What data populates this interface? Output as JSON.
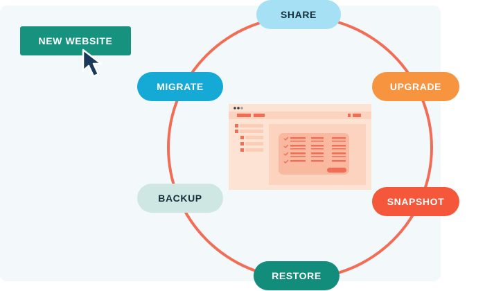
{
  "diagram": {
    "start_button": {
      "label": "NEW WEBSITE"
    },
    "cycle": [
      {
        "key": "share",
        "label": "SHARE"
      },
      {
        "key": "upgrade",
        "label": "UPGRADE"
      },
      {
        "key": "snapshot",
        "label": "SNAPSHOT"
      },
      {
        "key": "restore",
        "label": "RESTORE"
      },
      {
        "key": "backup",
        "label": "BACKUP"
      },
      {
        "key": "migrate",
        "label": "MIGRATE"
      }
    ],
    "mockup": {
      "checklist_rows": 4
    }
  },
  "colors": {
    "ring": "#f26d55",
    "panel_background": "#f3f8fb",
    "new_website": "#17927f",
    "share": "#a5e0f5",
    "migrate": "#15a9d6",
    "upgrade": "#f6943f",
    "backup": "#cfe7e3",
    "snapshot": "#f4573a",
    "restore": "#128c7b",
    "cursor": "#1b3a5b",
    "mockup_fill": "#fde3d4",
    "mockup_accent": "#f26d55"
  },
  "icons": {
    "cursor": "mouse-pointer-icon",
    "window_controls": "window-dots-icon",
    "check": "check-icon"
  }
}
